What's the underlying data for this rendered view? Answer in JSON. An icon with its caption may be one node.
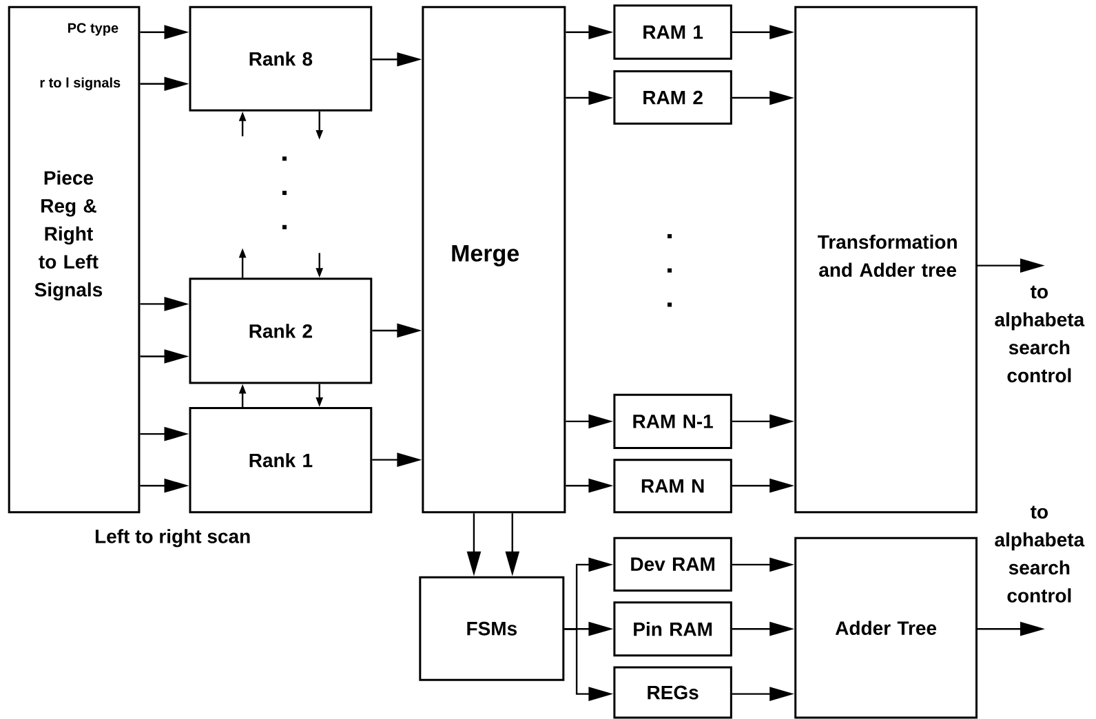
{
  "diagram": {
    "nodes": [
      {
        "text": [
          "PC type",
          "r to l signals",
          "Piece Reg & Right to Left Signals"
        ]
      },
      {
        "text": [
          "Rank 8"
        ]
      },
      {
        "text": [
          "Rank 2"
        ]
      },
      {
        "text": [
          "Rank 1"
        ]
      },
      {
        "text": [
          "Merge"
        ]
      },
      {
        "text": [
          "RAM 1"
        ]
      },
      {
        "text": [
          "RAM 2"
        ]
      },
      {
        "text": [
          "RAM N-1"
        ]
      },
      {
        "text": [
          "RAM N"
        ]
      },
      {
        "text": [
          "Transformation and Adder tree"
        ]
      },
      {
        "text": [
          "FSMs"
        ]
      },
      {
        "text": [
          "Dev RAM"
        ]
      },
      {
        "text": [
          "Pin RAM"
        ]
      },
      {
        "text": [
          "REGs"
        ]
      },
      {
        "text": [
          "Adder Tree"
        ]
      }
    ],
    "edges": [
      {
        "from": 0,
        "to": 1,
        "arrow": "to"
      },
      {
        "from": 0,
        "to": 1,
        "arrow": "to"
      },
      {
        "from": 0,
        "to": 2,
        "arrow": "to"
      },
      {
        "from": 0,
        "to": 2,
        "arrow": "to"
      },
      {
        "from": 0,
        "to": 3,
        "arrow": "to"
      },
      {
        "from": 0,
        "to": 3,
        "arrow": "to"
      },
      {
        "from": null,
        "to": 1,
        "arrow": "to"
      },
      {
        "from": 1,
        "to": null,
        "arrow": "to"
      },
      {
        "from": 2,
        "to": null,
        "arrow": "to"
      },
      {
        "from": null,
        "to": 2,
        "arrow": "to"
      },
      {
        "from": 3,
        "to": 2,
        "arrow": "to"
      },
      {
        "from": 2,
        "to": 3,
        "arrow": "to"
      },
      {
        "from": 1,
        "to": 4,
        "arrow": "to"
      },
      {
        "from": 2,
        "to": 4,
        "arrow": "to"
      },
      {
        "from": 3,
        "to": 4,
        "arrow": "to"
      },
      {
        "from": 4,
        "to": 5,
        "arrow": "to"
      },
      {
        "from": 4,
        "to": 6,
        "arrow": "to"
      },
      {
        "from": 4,
        "to": 7,
        "arrow": "to"
      },
      {
        "from": 4,
        "to": 8,
        "arrow": "to"
      },
      {
        "from": 5,
        "to": 9,
        "arrow": "to"
      },
      {
        "from": 6,
        "to": 9,
        "arrow": "to"
      },
      {
        "from": 7,
        "to": 9,
        "arrow": "to"
      },
      {
        "from": 8,
        "to": 9,
        "arrow": "to"
      },
      {
        "from": 9,
        "to": null,
        "arrow": "to",
        "label": "to alphabeta search control"
      },
      {
        "from": 4,
        "to": 10,
        "arrow": "to"
      },
      {
        "from": 4,
        "to": 10,
        "arrow": "to"
      },
      {
        "from": 10,
        "to": 11,
        "arrow": "to"
      },
      {
        "from": 10,
        "to": 12,
        "arrow": "to"
      },
      {
        "from": 10,
        "to": 13,
        "arrow": "to"
      },
      {
        "from": 11,
        "to": 14,
        "arrow": "to"
      },
      {
        "from": 12,
        "to": 14,
        "arrow": "to"
      },
      {
        "from": 13,
        "to": 14,
        "arrow": "to"
      },
      {
        "from": 14,
        "to": null,
        "arrow": "to",
        "label": "to alphabeta search control"
      }
    ],
    "labels": [
      "Left to right scan"
    ]
  }
}
